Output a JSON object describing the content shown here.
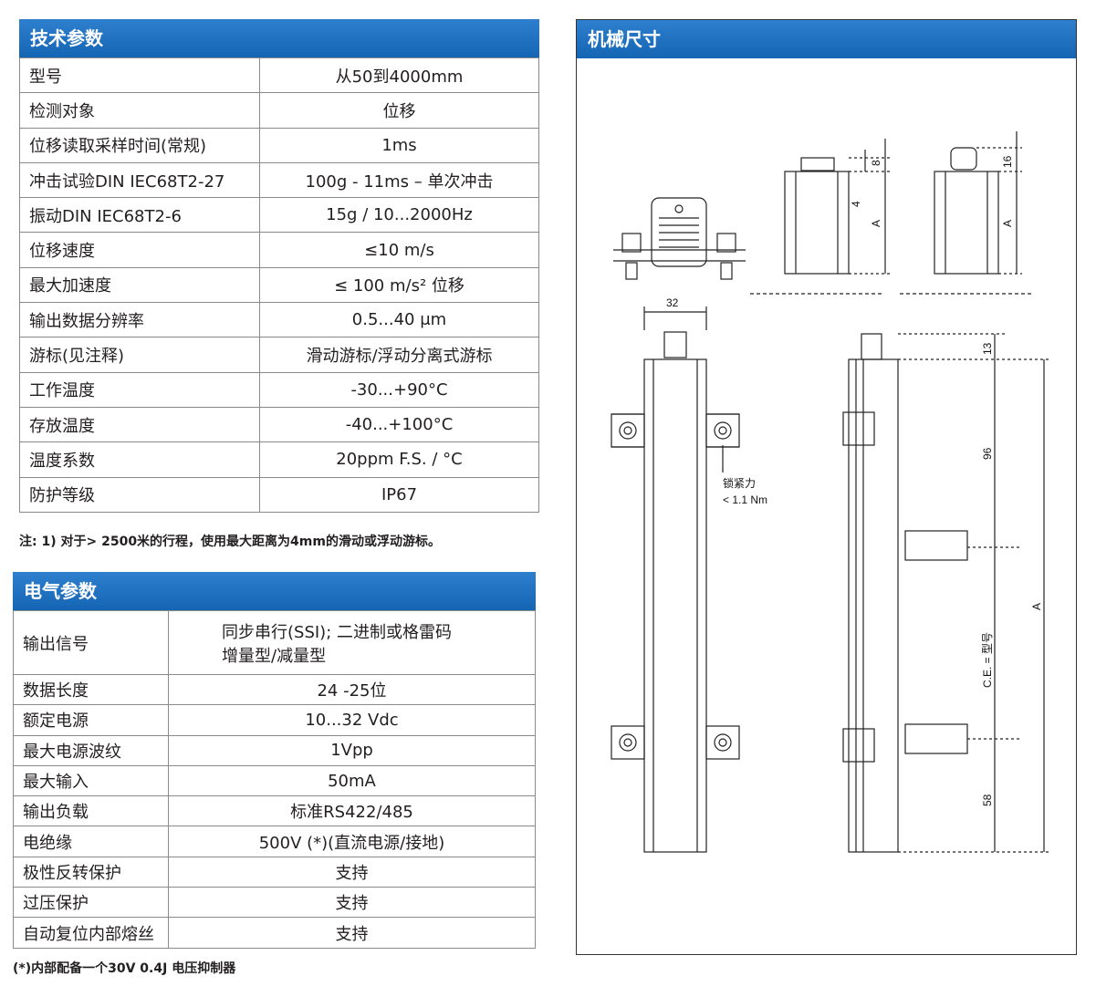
{
  "tech": {
    "title": "技术参数",
    "rows": [
      {
        "label": "型号",
        "value": "从50到4000mm"
      },
      {
        "label": "检测对象",
        "value": "位移"
      },
      {
        "label": "位移读取采样时间(常规)",
        "value": "1ms"
      },
      {
        "label": "冲击试验DIN IEC68T2-27",
        "value": "100g - 11ms – 单次冲击"
      },
      {
        "label": "振动DIN IEC68T2-6",
        "value": "15g / 10...2000Hz"
      },
      {
        "label": "位移速度",
        "value": "≤10 m/s"
      },
      {
        "label": "最大加速度",
        "value": "≤ 100 m/s² 位移"
      },
      {
        "label": "输出数据分辨率",
        "value": "0.5...40 μm"
      },
      {
        "label": "游标(见注释)",
        "value": "滑动游标/浮动分离式游标"
      },
      {
        "label": "工作温度",
        "value": "-30...+90°C"
      },
      {
        "label": "存放温度",
        "value": "-40...+100°C"
      },
      {
        "label": "温度系数",
        "value": "20ppm F.S. / °C"
      },
      {
        "label": "防护等级",
        "value": "IP67"
      }
    ],
    "note": "注: 1) 对于> 2500米的行程，使用最大距离为4mm的滑动或浮动游标。"
  },
  "elec": {
    "title": "电气参数",
    "rows": [
      {
        "label": "输出信号",
        "value_line1": "同步串行(SSI); 二进制或格雷码",
        "value_line2": "增量型/减量型"
      },
      {
        "label": "数据长度",
        "value": "24 -25位"
      },
      {
        "label": "额定电源",
        "value": "10...32 Vdc"
      },
      {
        "label": "最大电源波纹",
        "value": "1Vpp"
      },
      {
        "label": "最大输入",
        "value": "50mA"
      },
      {
        "label": "输出负载",
        "value": "标准RS422/485"
      },
      {
        "label": "电绝缘",
        "value": "500V (*)(直流电源/接地)"
      },
      {
        "label": "极性反转保护",
        "value": "支持"
      },
      {
        "label": "过压保护",
        "value": "支持"
      },
      {
        "label": "自动复位内部熔丝",
        "value": "支持"
      }
    ],
    "note": "(*)内部配备一个30V 0.4J 电压抑制器"
  },
  "mech": {
    "title": "机械尺寸",
    "dims": {
      "d8": "8",
      "d4": "4",
      "dA1": "A",
      "d16": "16",
      "dA2": "A",
      "d32": "32",
      "d13": "13",
      "d96": "96",
      "dA3": "A",
      "dCE": "C.E. = 型号",
      "d58": "58"
    },
    "torque_label": "锁紧力",
    "torque_value": "< 1.1 Nm"
  }
}
